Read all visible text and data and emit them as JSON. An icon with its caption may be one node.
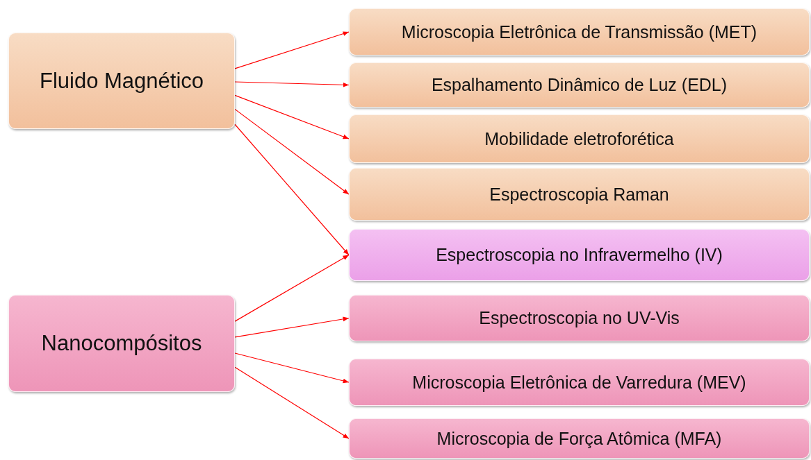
{
  "diagram": {
    "nodes": [
      {
        "text": [
          "Fluido Magnético"
        ]
      },
      {
        "text": [
          "Microscopia Eletrônica de Transmissão (MET)"
        ]
      },
      {
        "text": [
          "Espalhamento Dinâmico de Luz (EDL)"
        ]
      },
      {
        "text": [
          "Mobilidade eletroforética"
        ]
      },
      {
        "text": [
          "Espectroscopia Raman"
        ]
      },
      {
        "text": [
          "Espectroscopia  no Infravermelho (IV)"
        ]
      },
      {
        "text": [
          "Nanocompósitos"
        ]
      },
      {
        "text": [
          "Espectroscopia no UV-Vis"
        ]
      },
      {
        "text": [
          "Microscopia Eletrônica de Varredura (MEV)"
        ]
      },
      {
        "text": [
          "Microscopia de Força Atômica (MFA)"
        ]
      }
    ],
    "edges": [
      {
        "from": 0,
        "to": 1,
        "arrow": "to"
      },
      {
        "from": 0,
        "to": 2,
        "arrow": "to"
      },
      {
        "from": 0,
        "to": 3,
        "arrow": "to"
      },
      {
        "from": 0,
        "to": 4,
        "arrow": "to"
      },
      {
        "from": 0,
        "to": 5,
        "arrow": "to"
      },
      {
        "from": 6,
        "to": 5,
        "arrow": "to"
      },
      {
        "from": 6,
        "to": 7,
        "arrow": "to"
      },
      {
        "from": 6,
        "to": 8,
        "arrow": "to"
      },
      {
        "from": 6,
        "to": 9,
        "arrow": "to"
      }
    ]
  }
}
